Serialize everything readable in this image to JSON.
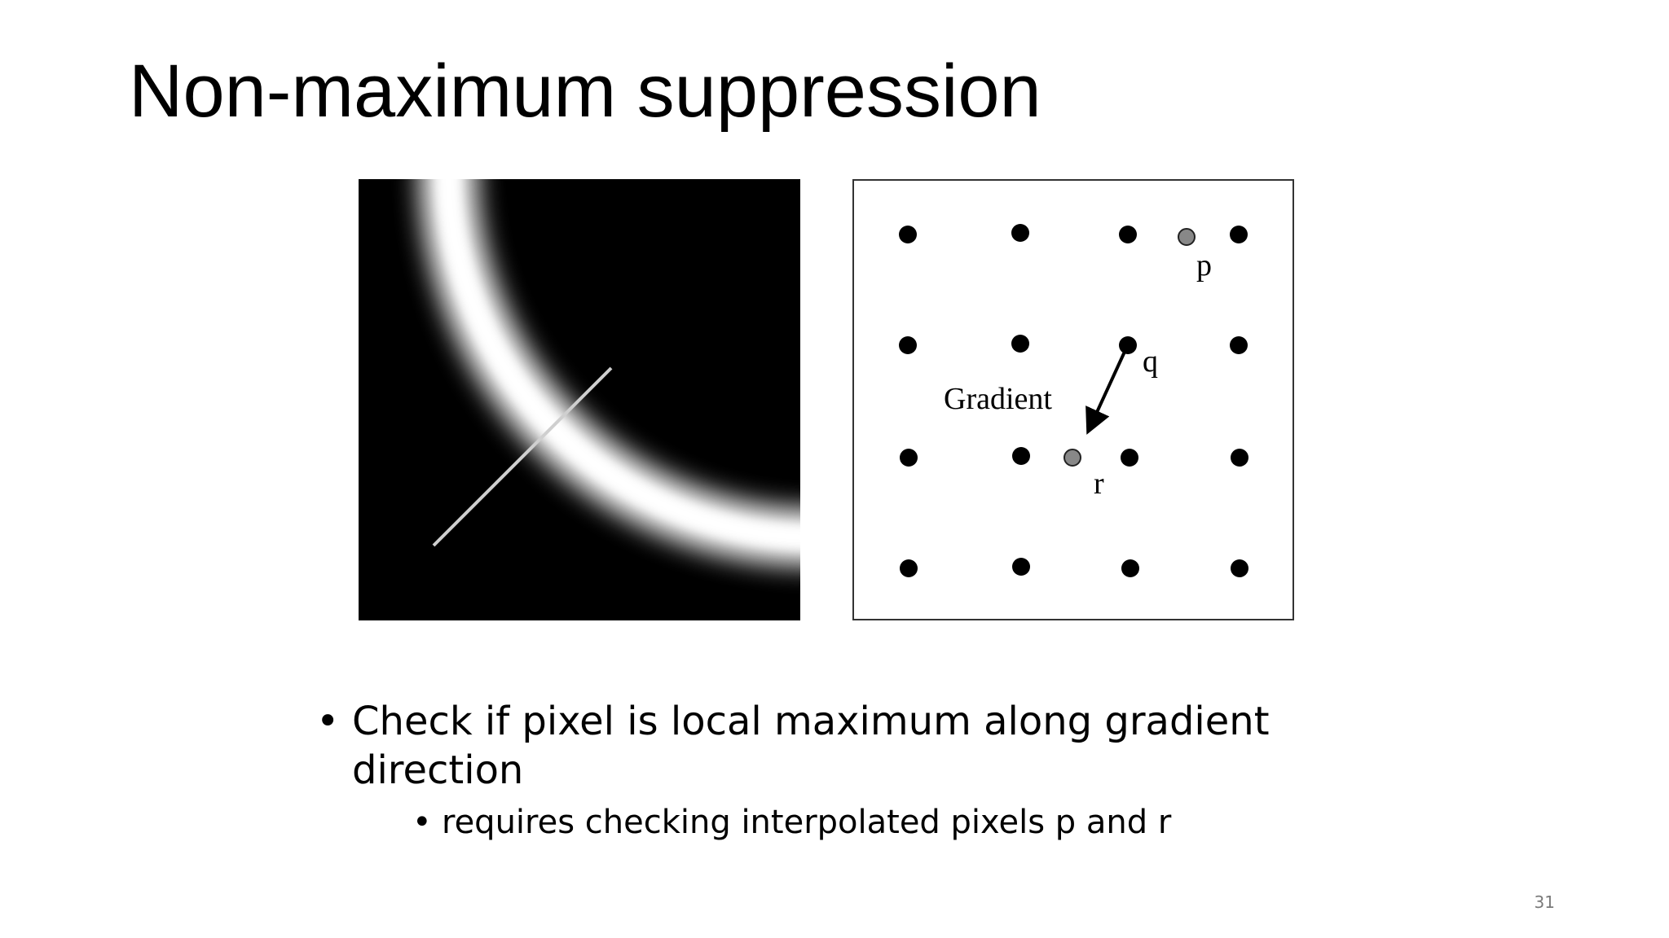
{
  "slide": {
    "title": "Non-maximum suppression",
    "page_number": "31"
  },
  "diagram": {
    "labels": {
      "p": "p",
      "q": "q",
      "r": "r",
      "gradient": "Gradient"
    },
    "colors": {
      "grid_dot": "#000000",
      "interpolated_dot": "#888888",
      "background": "#ffffff"
    }
  },
  "bullets": {
    "main": "Check if pixel is local maximum along gradient direction",
    "sub": "requires checking interpolated pixels p and r"
  }
}
